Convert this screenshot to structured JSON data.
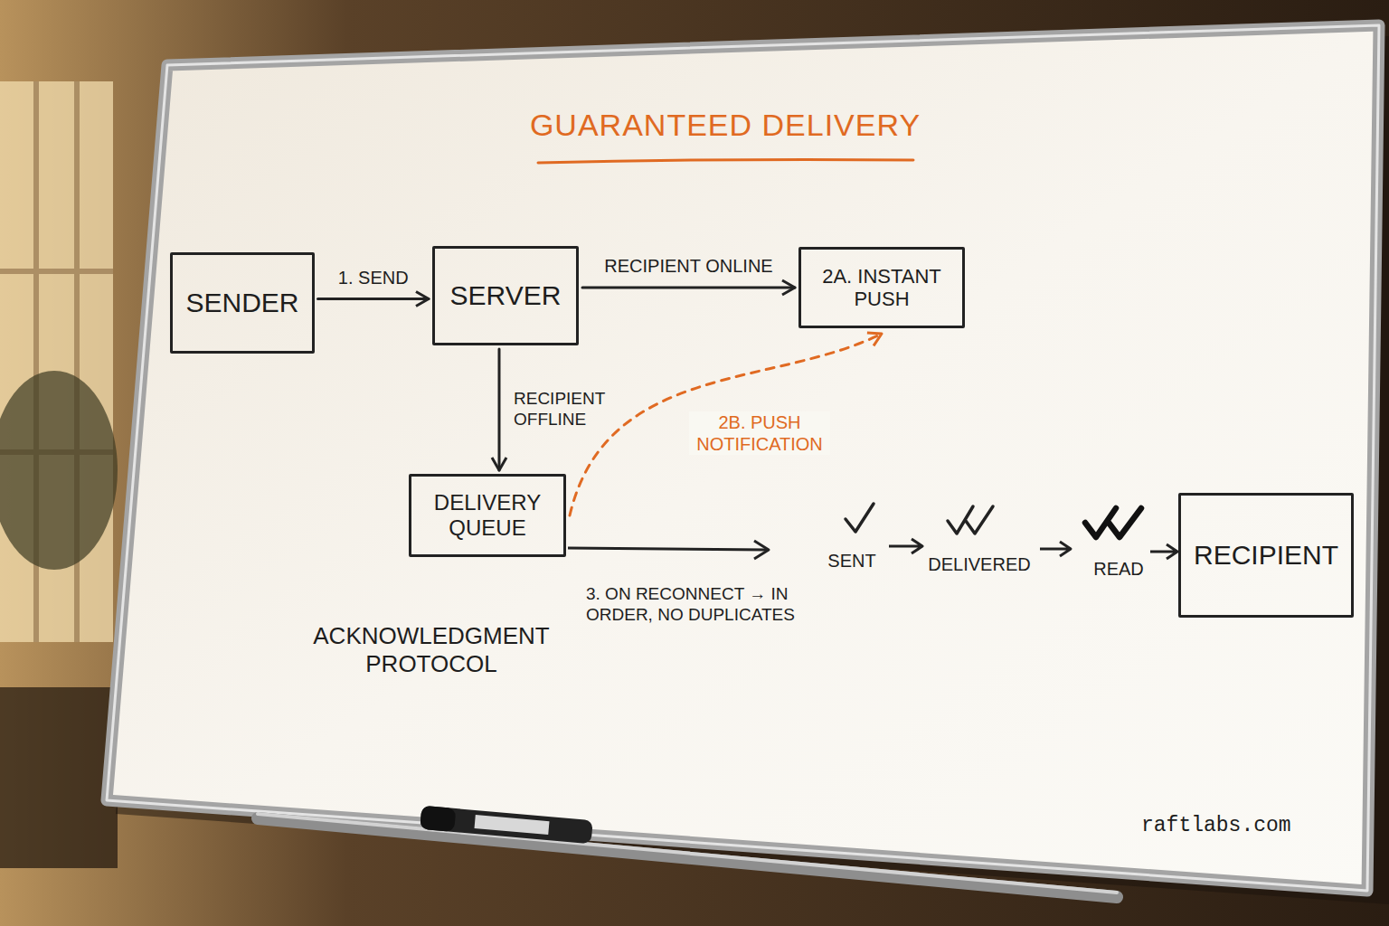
{
  "diagram": {
    "title": "GUARANTEED DELIVERY",
    "nodes": [
      {
        "text": [
          "SENDER"
        ]
      },
      {
        "text": [
          "SERVER"
        ]
      },
      {
        "text": [
          "2A. INSTANT PUSH"
        ]
      },
      {
        "text": [
          "DELIVERY QUEUE"
        ]
      },
      {
        "text": [
          "RECIPIENT"
        ]
      }
    ],
    "edges": [
      {
        "from": 0,
        "to": 1,
        "label": "1. SEND",
        "arrow": "to"
      },
      {
        "from": 1,
        "to": 2,
        "label": "RECIPIENT ONLINE",
        "arrow": "to"
      },
      {
        "from": 1,
        "to": 3,
        "label": "RECIPIENT OFFLINE",
        "arrow": "to"
      },
      {
        "from": 3,
        "to": 2,
        "label": "2B. PUSH NOTIFICATION",
        "arrow": "to"
      }
    ],
    "labels": [
      "3. ON RECONNECT → IN ORDER, NO DUPLICATES",
      "SENT",
      "DELIVERED",
      "READ",
      "ACKNOWLEDGMENT PROTOCOL",
      "raftlabs.com"
    ]
  }
}
